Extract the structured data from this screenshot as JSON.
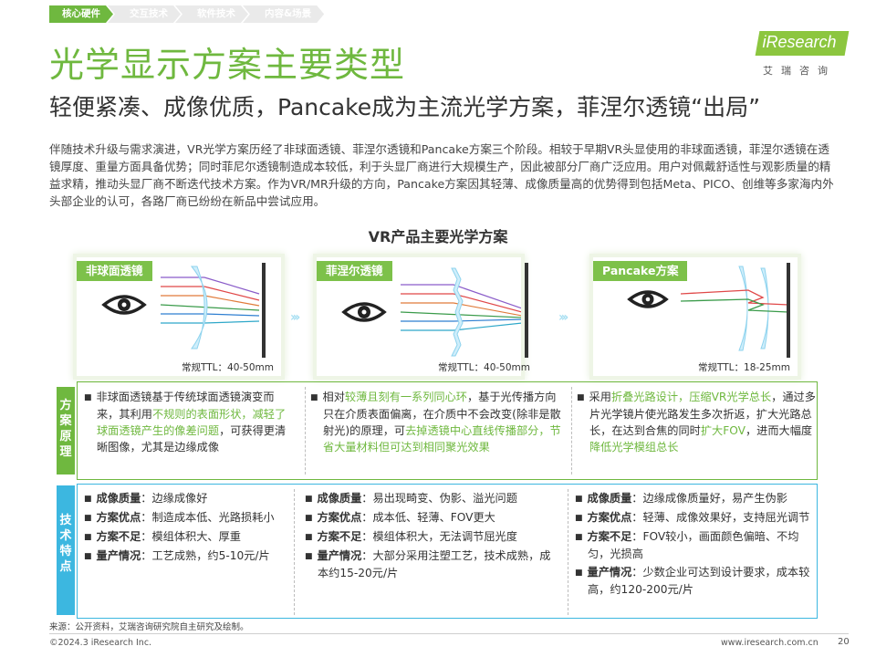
{
  "breadcrumb": [
    "核心硬件",
    "交互技术",
    "软件技术",
    "内容&场景"
  ],
  "title": "光学显示方案主要类型",
  "subtitle": "轻便紧凑、成像优质，Pancake成为主流光学方案，菲涅尔透镜“出局”",
  "logo": {
    "text": "iResearch",
    "cn": "艾瑞咨询"
  },
  "intro": "伴随技术升级与需求演进，VR光学方案历经了非球面透镜、菲涅尔透镜和Pancake方案三个阶段。相较于早期VR头显使用的非球面透镜，菲涅尔透镜在透镜厚度、重量方面具备优势；同时菲尼尔透镜制造成本较低，利于头显厂商进行大规模生产，因此被部分厂商广泛应用。用户对佩戴舒适性与观影质量的精益求精，推动头显厂商不断迭代技术方案。作为VR/MR升级的方向，Pancake方案因其轻薄、成像质量高的优势得到包括Meta、PICO、创维等多家海内外头部企业的认可，各路厂商已纷纷在新品中尝试应用。",
  "section_title": "VR产品主要光学方案",
  "row_labels": {
    "principle": "方案原理",
    "features": "技术特点"
  },
  "colors": {
    "green": "#6fb83f",
    "blue": "#3cb7e0",
    "accent_light_blue": "#a7dff2"
  },
  "solutions": [
    {
      "name": "非球面透镜",
      "ttl": "常规TTL：40-50mm",
      "principle": [
        {
          "t": "非球面透镜基于传统球面透镜演变而来，其利用",
          "h": false
        },
        {
          "t": "不规则的表面形状，减轻了球面透镜产生的像差问题",
          "h": true
        },
        {
          "t": "，可获得更清晰图像，尤其是边缘成像",
          "h": false
        }
      ],
      "features": [
        {
          "k": "成像质量",
          "v": "边缘成像好"
        },
        {
          "k": "方案优点",
          "v": "制造成本低、光路损耗小"
        },
        {
          "k": "方案不足",
          "v": "模组体积大、厚重"
        },
        {
          "k": "量产情况",
          "v": "工艺成熟，约5-10元/片"
        }
      ]
    },
    {
      "name": "菲涅尔透镜",
      "ttl": "常规TTL：40-50mm",
      "principle": [
        {
          "t": "相对",
          "h": false
        },
        {
          "t": "较薄且刻有一系列同心环",
          "h": true
        },
        {
          "t": "，基于光传播方向只在介质表面偏离，在介质中不会改变(除非是散射光)的原理，可",
          "h": false
        },
        {
          "t": "去掉透镜中心直线传播部分，节省大量材料但可达到相同聚光效果",
          "h": true
        }
      ],
      "features": [
        {
          "k": "成像质量",
          "v": "易出现畸变、伪影、溢光问题"
        },
        {
          "k": "方案优点",
          "v": "成本低、轻薄、FOV更大"
        },
        {
          "k": "方案不足",
          "v": "模组体积大，无法调节屈光度"
        },
        {
          "k": "量产情况",
          "v": "大部分采用注塑工艺，技术成熟，成本约15-20元/片"
        }
      ]
    },
    {
      "name": "Pancake方案",
      "ttl": "常规TTL：18-25mm",
      "principle": [
        {
          "t": "采用",
          "h": false
        },
        {
          "t": "折叠光路设计，压缩VR光学总长",
          "h": true
        },
        {
          "t": "，通过多片光学镜片使光路发生多次折返，扩大光路总长，在达到合焦的同时",
          "h": false
        },
        {
          "t": "扩大FOV",
          "h": true
        },
        {
          "t": "，进而大幅度",
          "h": false
        },
        {
          "t": "降低光学模组总长",
          "h": true
        }
      ],
      "features": [
        {
          "k": "成像质量",
          "v": "边缘成像质量好，易产生伪影"
        },
        {
          "k": "方案优点",
          "v": "轻薄、成像效果好，支持屈光调节"
        },
        {
          "k": "方案不足",
          "v": "FOV较小，画面颜色偏暗、不均匀，光损高"
        },
        {
          "k": "量产情况",
          "v": "少数企业可达到设计要求，成本较高，约120-200元/片"
        }
      ]
    }
  ],
  "arrows": "›››",
  "source": "来源：公开资料，艾瑞咨询研究院自主研究及绘制。",
  "copyright": "©2024.3 iResearch Inc.",
  "website": "www.iresearch.com.cn",
  "page_number": "20"
}
